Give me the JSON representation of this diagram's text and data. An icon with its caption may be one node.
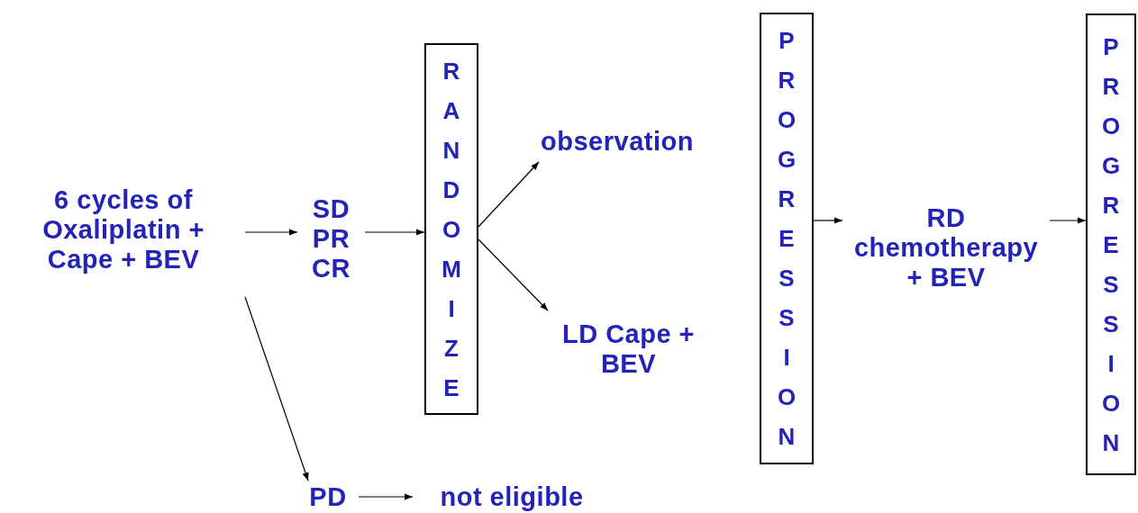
{
  "diagram": {
    "nodes": [
      {
        "text": [
          "6 cycles of Oxaliplatin + Cape + BEV"
        ]
      },
      {
        "text": [
          "SD PR CR"
        ]
      },
      {
        "text": [
          "RANDOMIZE"
        ]
      },
      {
        "text": [
          "observation"
        ]
      },
      {
        "text": [
          "LD Cape + BEV"
        ]
      },
      {
        "text": [
          "PROGRESSION"
        ]
      },
      {
        "text": [
          "RD chemotherapy + BEV"
        ]
      },
      {
        "text": [
          "PROGRESSION"
        ]
      },
      {
        "text": [
          "PD"
        ]
      },
      {
        "text": [
          "not eligible"
        ]
      }
    ],
    "edges": [
      {
        "from": 0,
        "to": 1,
        "arrow": "to"
      },
      {
        "from": 0,
        "to": 8,
        "arrow": "to"
      },
      {
        "from": 1,
        "to": 2,
        "arrow": "to"
      },
      {
        "from": 2,
        "to": 3,
        "arrow": "to"
      },
      {
        "from": 2,
        "to": 4,
        "arrow": "to"
      },
      {
        "from": 5,
        "to": 6,
        "arrow": "to"
      },
      {
        "from": 6,
        "to": 7,
        "arrow": "to"
      },
      {
        "from": 8,
        "to": 9,
        "arrow": "to"
      }
    ]
  }
}
